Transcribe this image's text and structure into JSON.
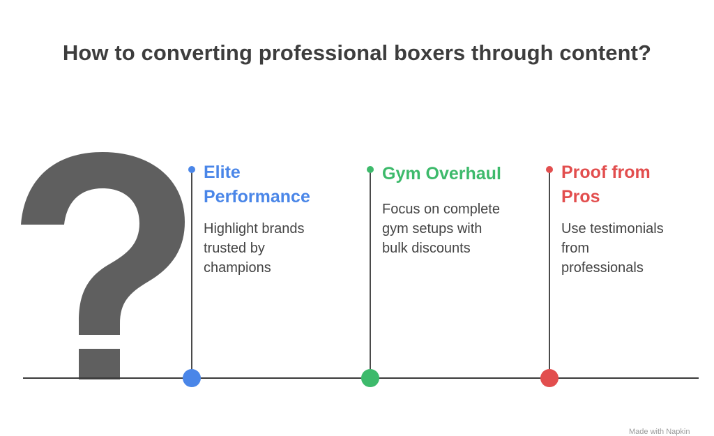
{
  "title": "How to converting professional boxers through content?",
  "items": [
    {
      "heading": "Elite Performance",
      "heading_lines": [
        "Elite",
        "Performance"
      ],
      "description_lines": [
        "Highlight brands",
        "trusted by",
        "champions"
      ],
      "color": "#4a86e8"
    },
    {
      "heading": "Gym Overhaul",
      "heading_lines": [
        "Gym Overhaul"
      ],
      "description_lines": [
        "Focus on complete",
        "gym setups with",
        "bulk discounts"
      ],
      "color": "#3dba6b"
    },
    {
      "heading": "Proof from Pros",
      "heading_lines": [
        "Proof from",
        "Pros"
      ],
      "description_lines": [
        "Use testimonials",
        "from",
        "professionals"
      ],
      "color": "#e24e4e"
    }
  ],
  "footer": "Made with Napkin",
  "colors": {
    "question_mark": "#5f5f5f",
    "line": "#3a3a3a"
  },
  "icons": {
    "main": "question-mark-icon"
  }
}
